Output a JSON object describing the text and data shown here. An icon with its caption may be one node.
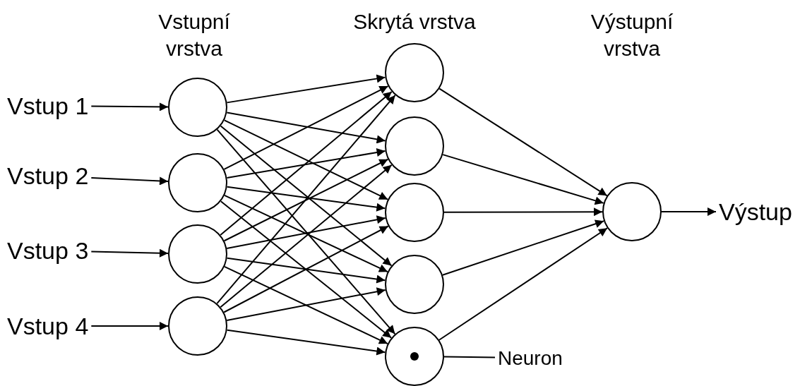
{
  "diagram": {
    "nodes": [
      {
        "text": [
          "Vstup 1"
        ]
      },
      {
        "text": [
          "Vstup 2"
        ]
      },
      {
        "text": [
          "Vstup 3"
        ]
      },
      {
        "text": [
          "Vstup 4"
        ]
      },
      {
        "text": [],
        "shape": "circle"
      },
      {
        "text": [],
        "shape": "circle"
      },
      {
        "text": [],
        "shape": "circle"
      },
      {
        "text": [],
        "shape": "circle"
      },
      {
        "text": [],
        "shape": "circle"
      },
      {
        "text": [],
        "shape": "circle"
      },
      {
        "text": [],
        "shape": "circle"
      },
      {
        "text": [],
        "shape": "circle"
      },
      {
        "text": [],
        "shape": "circle"
      },
      {
        "text": [],
        "shape": "circle"
      },
      {
        "text": [
          "Výstup"
        ]
      },
      {
        "text": [
          "Neuron"
        ]
      },
      {
        "text": [],
        "shape": "circle",
        "in": 12
      }
    ],
    "edges": [
      {
        "from": 0,
        "to": 4,
        "arrow": "to"
      },
      {
        "from": 1,
        "to": 5,
        "arrow": "to"
      },
      {
        "from": 2,
        "to": 6,
        "arrow": "to"
      },
      {
        "from": 3,
        "to": 7,
        "arrow": "to"
      },
      {
        "from": 4,
        "to": 8,
        "arrow": "to"
      },
      {
        "from": 4,
        "to": 9,
        "arrow": "to"
      },
      {
        "from": 4,
        "to": 10,
        "arrow": "to"
      },
      {
        "from": 4,
        "to": 11,
        "arrow": "to"
      },
      {
        "from": 4,
        "to": 12,
        "arrow": "to"
      },
      {
        "from": 5,
        "to": 8,
        "arrow": "to"
      },
      {
        "from": 5,
        "to": 9,
        "arrow": "to"
      },
      {
        "from": 5,
        "to": 10,
        "arrow": "to"
      },
      {
        "from": 5,
        "to": 11,
        "arrow": "to"
      },
      {
        "from": 5,
        "to": 12,
        "arrow": "to"
      },
      {
        "from": 6,
        "to": 8,
        "arrow": "to"
      },
      {
        "from": 6,
        "to": 9,
        "arrow": "to"
      },
      {
        "from": 6,
        "to": 10,
        "arrow": "to"
      },
      {
        "from": 6,
        "to": 11,
        "arrow": "to"
      },
      {
        "from": 6,
        "to": 12,
        "arrow": "to"
      },
      {
        "from": 7,
        "to": 8,
        "arrow": "to"
      },
      {
        "from": 7,
        "to": 9,
        "arrow": "to"
      },
      {
        "from": 7,
        "to": 10,
        "arrow": "to"
      },
      {
        "from": 7,
        "to": 11,
        "arrow": "to"
      },
      {
        "from": 7,
        "to": 12,
        "arrow": "to"
      },
      {
        "from": 8,
        "to": 13,
        "arrow": "to"
      },
      {
        "from": 9,
        "to": 13,
        "arrow": "to"
      },
      {
        "from": 10,
        "to": 13,
        "arrow": "to"
      },
      {
        "from": 11,
        "to": 13,
        "arrow": "to"
      },
      {
        "from": 12,
        "to": 13,
        "arrow": "to"
      },
      {
        "from": 13,
        "to": 14,
        "arrow": "to"
      },
      {
        "from": 15,
        "to": 16,
        "arrow": "none"
      }
    ],
    "labels": [
      "Vstupní vrstva",
      "Skrytá vrstva",
      "Výstupní vrstva"
    ]
  }
}
